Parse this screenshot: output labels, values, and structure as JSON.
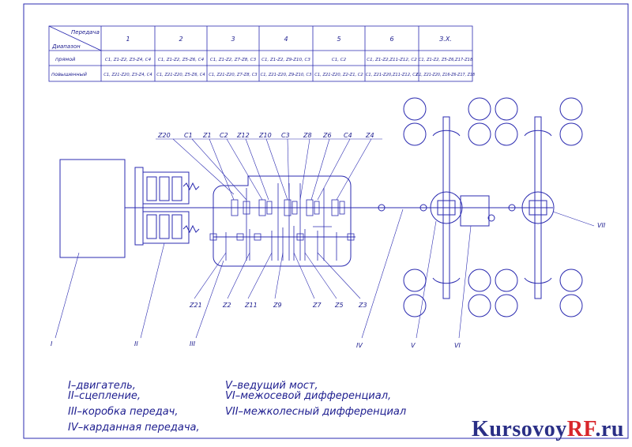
{
  "colors": {
    "line": "#2b2bb0",
    "text": "#1d1d8f",
    "accent": "#d8262b",
    "brand": "#2a2f86"
  },
  "table": {
    "corner_top": "Передача",
    "corner_bottom": "Диапазон",
    "columns": [
      "1",
      "2",
      "3",
      "4",
      "5",
      "6",
      "З.Х."
    ],
    "rows": [
      {
        "label": "прямой",
        "cells": [
          "С1, Z1-Z2, Z3-Z4, С4",
          "С1, Z1-Z2, Z5-Z6, С4",
          "С1, Z1-Z2, Z7-Z8, С3",
          "С1, Z1-Z2, Z9-Z10, С3",
          "С1, С2",
          "С1, Z1-Z2,Z11-Z12, С2",
          "С1, Z1-Z2, Z5-Z6,Z17-Z18"
        ]
      },
      {
        "label": "повышенный",
        "cells": [
          "С1, Z21-Z20, Z3-Z4, С4",
          "С1, Z21-Z20, Z5-Z6, С4",
          "С1, Z21-Z20, Z7-Z8, С3",
          "С1, Z21-Z20, Z9-Z10, С3",
          "С1, Z21-Z20, Z2-Z1, С2",
          "С1, Z21-Z20,Z11-Z12, С2",
          "С1, Z21-Z20, Z16-Z6-Z17, Z18"
        ]
      }
    ]
  },
  "top_labels": [
    "Z20",
    "С1",
    "Z1",
    "С2",
    "Z12",
    "Z10",
    "С3",
    "Z8",
    "Z6",
    "С4",
    "Z4"
  ],
  "bottom_labels": [
    "Z21",
    "Z2",
    "Z11",
    "Z9",
    "Z7",
    "Z5",
    "Z3"
  ],
  "roman_labels": [
    "I",
    "II",
    "III",
    "IV",
    "V",
    "VI",
    "VII"
  ],
  "legend": {
    "left": [
      "I–двигатель,",
      "II–сцепление,",
      "III–коробка передач,",
      "IV–карданная передача,"
    ],
    "right": [
      "V–ведущий мост,",
      "VI–межосевой дифференциал,",
      "VII–межколесный дифференциал"
    ]
  },
  "watermark": {
    "main": "Kursovoy",
    "accent": "RF",
    "suffix": ".ru"
  }
}
